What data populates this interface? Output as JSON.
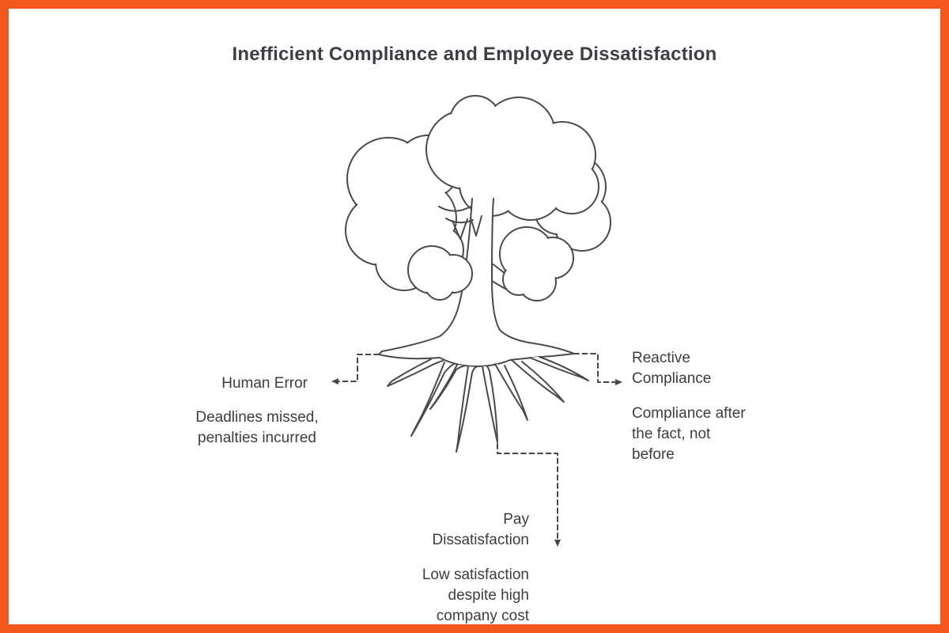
{
  "colors": {
    "frame_border": "#F4571D",
    "background": "#FFFFFF",
    "line_art": "#4A4A4A",
    "connector": "#474747",
    "title_text": "#3E3E46",
    "label_text": "#3D3D3D"
  },
  "header": {
    "title": "Inefficient Compliance and Employee Dissatisfaction"
  },
  "diagram": {
    "illustration": "tree-with-roots",
    "callouts": [
      {
        "id": "human-error",
        "position": "left",
        "arrow_direction": "left",
        "title_lines": [
          "Human Error"
        ],
        "desc_lines": [
          "Deadlines missed,",
          "penalties incurred"
        ]
      },
      {
        "id": "reactive-compliance",
        "position": "right",
        "arrow_direction": "right",
        "title_lines": [
          "Reactive",
          "Compliance"
        ],
        "desc_lines": [
          "Compliance after",
          "the fact, not",
          "before"
        ]
      },
      {
        "id": "pay-dissatisfaction",
        "position": "bottom",
        "arrow_direction": "down",
        "title_lines": [
          "Pay",
          "Dissatisfaction"
        ],
        "desc_lines": [
          "Low satisfaction",
          "despite high",
          "company cost"
        ]
      }
    ]
  }
}
